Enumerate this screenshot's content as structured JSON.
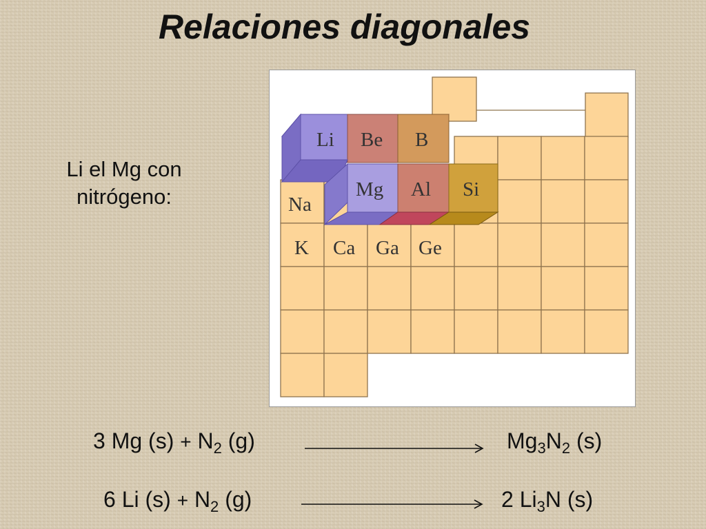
{
  "title": "Relaciones diagonales",
  "subtitle": [
    "Li el Mg con",
    "nitrógeno:"
  ],
  "colors": {
    "cell_fill": "#fdd598",
    "cell_border": "#9a7a50",
    "li_front": "#9b8fdc",
    "li_top": "#b8aeea",
    "li_side": "#7a6dc4",
    "be_front": "#cb8176",
    "b_front": "#d39a5c",
    "si_front": "#d0a13c",
    "si_bottom": "#b78a1c",
    "al_bottom": "#c0465c"
  },
  "periodic_table": {
    "labels": {
      "li": "Li",
      "be": "Be",
      "b": "B",
      "na": "Na",
      "mg": "Mg",
      "al": "Al",
      "si": "Si",
      "k": "K",
      "ca": "Ca",
      "ga": "Ga",
      "ge": "Ge"
    }
  },
  "equations": [
    {
      "left_a": "3 Mg (s)",
      "plus": "+",
      "n": "N",
      "n_sub": "2",
      "state": "(g)",
      "prod_a": "Mg",
      "prod_sub1": "3",
      "prod_b": "N",
      "prod_sub2": "2",
      "prod_state": "(s)"
    },
    {
      "left_a": "6 Li (s)",
      "plus": "+",
      "n": "N",
      "n_sub": "2",
      "state": "(g)",
      "prod_a": "2 Li",
      "prod_sub1": "3",
      "prod_b": "N (s)"
    }
  ]
}
